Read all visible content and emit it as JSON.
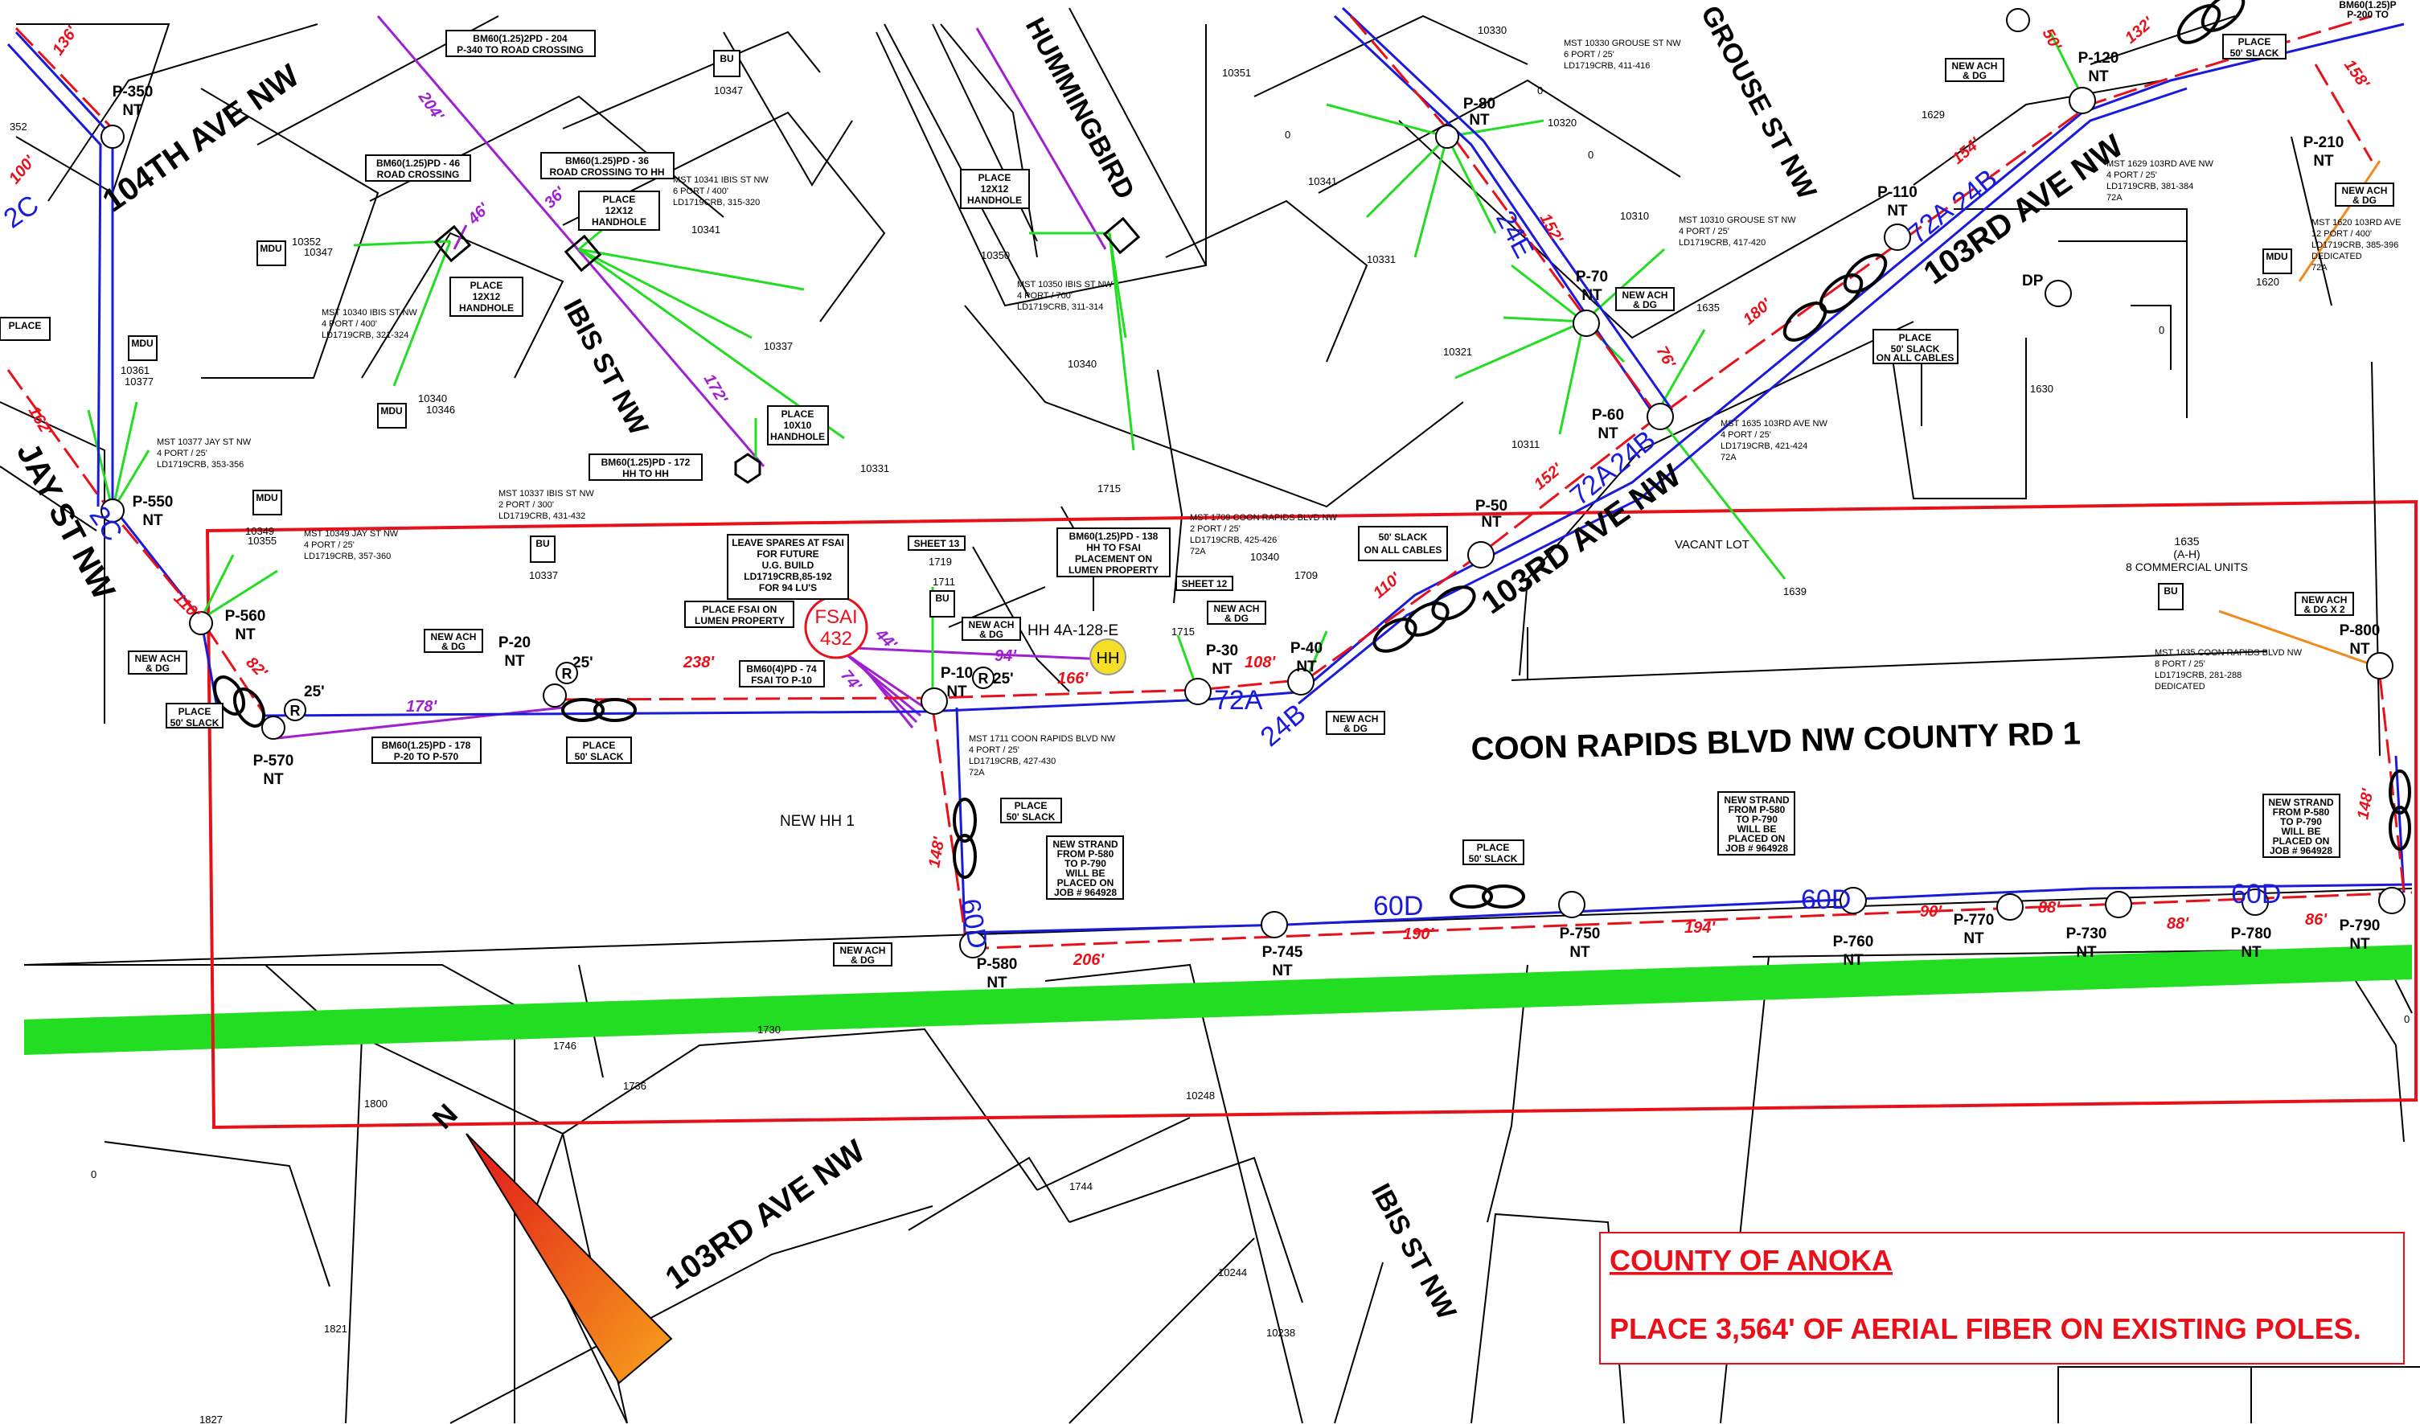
{
  "streets": {
    "ave104": "104TH AVE NW",
    "hummingbird": "HUMMINGBIRD",
    "grouse": "GROUSE ST NW",
    "ibis_upper": "IBIS ST NW",
    "jay": "JAY ST NW",
    "ave103_east": "103RD AVE NW",
    "ave103_mid": "103RD AVE NW",
    "coon_rapids": "COON RAPIDS BLVD NW  COUNTY RD 1",
    "ave103_lower": "103RD AVE NW",
    "ibis_lower": "IBIS ST NW"
  },
  "poles": [
    {
      "id": "p350",
      "name": "P-350",
      "status": "NT"
    },
    {
      "id": "p550",
      "name": "P-550",
      "status": "NT"
    },
    {
      "id": "p560",
      "name": "P-560",
      "status": "NT"
    },
    {
      "id": "p570",
      "name": "P-570",
      "status": "NT"
    },
    {
      "id": "p20",
      "name": "P-20",
      "status": "NT"
    },
    {
      "id": "p10",
      "name": "P-10",
      "status": "NT"
    },
    {
      "id": "p30",
      "name": "P-30",
      "status": "NT"
    },
    {
      "id": "p40",
      "name": "P-40",
      "status": "NT"
    },
    {
      "id": "p50",
      "name": "P-50",
      "status": "NT"
    },
    {
      "id": "p60",
      "name": "P-60",
      "status": "NT"
    },
    {
      "id": "p70",
      "name": "P-70",
      "status": "NT"
    },
    {
      "id": "p80",
      "name": "P-80",
      "status": "NT"
    },
    {
      "id": "p110",
      "name": "P-110",
      "status": "NT"
    },
    {
      "id": "p120",
      "name": "P-120",
      "status": "NT"
    },
    {
      "id": "p210",
      "name": "P-210",
      "status": "NT"
    },
    {
      "id": "p800",
      "name": "P-800",
      "status": "NT"
    },
    {
      "id": "p580",
      "name": "P-580",
      "status": "NT"
    },
    {
      "id": "p745",
      "name": "P-745",
      "status": "NT"
    },
    {
      "id": "p750",
      "name": "P-750",
      "status": "NT"
    },
    {
      "id": "p760",
      "name": "P-760",
      "status": "NT"
    },
    {
      "id": "p770",
      "name": "P-770",
      "status": "NT"
    },
    {
      "id": "p730",
      "name": "P-730",
      "status": "NT"
    },
    {
      "id": "p780",
      "name": "P-780",
      "status": "NT"
    },
    {
      "id": "p790",
      "name": "P-790",
      "status": "NT"
    }
  ],
  "span_lengths": {
    "s136": "136'",
    "s100": "100'",
    "s162": "162'",
    "s110a": "110'",
    "s82": "82'",
    "s25a": "25'",
    "s178": "178'",
    "s25b": "25'",
    "s238": "238'",
    "s25c": "25'",
    "s94": "94'",
    "s166": "166'",
    "s108": "108'",
    "s110b": "110'",
    "s152a": "152'",
    "s76": "76'",
    "s180": "180'",
    "s152b": "152'",
    "s154": "154'",
    "s132": "132'",
    "s50": "50'",
    "s158": "158'",
    "s148a": "148'",
    "s206": "206'",
    "s190": "190'",
    "s194": "194'",
    "s90": "90'",
    "s88a": "88'",
    "s88b": "88'",
    "s86": "86'",
    "s148b": "148'",
    "s204": "204'",
    "s46": "46'",
    "s36": "36'",
    "s172": "172'",
    "s44": "44'",
    "s74": "74'"
  },
  "cables": {
    "c2c_top": "2C",
    "c2c": "2C",
    "c24e": "24E",
    "c72a_top": "72A",
    "c24b_top": "24B",
    "c72a_mid": "72A",
    "c24b_mid": "24B",
    "c72a": "72A",
    "c24b": "24B",
    "c60d_a": "60D",
    "c60d_b": "60D",
    "c60d_c": "60D",
    "c60d_d": "60D"
  },
  "notes": {
    "bm_204": "BM60(1.25)2PD - 204",
    "bm_204_b": "P-340 TO ROAD CROSSING",
    "bm_46": "BM60(1.25)PD - 46",
    "bm_46_b": "ROAD CROSSING",
    "bm_36": "BM60(1.25)PD - 36",
    "bm_36_b": "ROAD CROSSING TO HH",
    "bm_172": "BM60(1.25)PD - 172",
    "bm_172_b": "HH TO HH",
    "bm_74": "BM60(4)PD - 74",
    "bm_74_b": "FSAI TO P-10",
    "bm_178": "BM60(1.25)PD - 178",
    "bm_178_b": "P-20 TO P-570",
    "bm_138": "BM60(1.25)PD - 138",
    "bm_138_b": "HH TO FSAI",
    "bm_138_c": "PLACEMENT ON",
    "bm_138_d": "LUMEN PROPERTY",
    "bm_200": "BM60(1.25)P",
    "bm_200_b": "P-200 TO",
    "leave_spares_1": "LEAVE SPARES AT FSAI",
    "leave_spares_2": "FOR FUTURE",
    "leave_spares_3": "U.G. BUILD",
    "leave_spares_4": "LD1719CRB,85-192",
    "leave_spares_5": "FOR 94 LU'S",
    "place_fsai_1": "PLACE FSAI ON",
    "place_fsai_2": "LUMEN PROPERTY",
    "place_12x12": "PLACE",
    "place_12x12_b": "12X12",
    "place_12x12_c": "HANDHOLE",
    "place_10x10": "PLACE",
    "place_10x10_b": "10X10",
    "place_10x10_c": "HANDHOLE",
    "place_slack": "PLACE",
    "place_slack_b": "50' SLACK",
    "slack_all": "50' SLACK",
    "slack_all_b": "ON ALL CABLES",
    "new_ach": "NEW ACH",
    "new_ach_b": "& DG",
    "new_ach_x2": "& DG X 2",
    "new_strand_1": "NEW STRAND",
    "new_strand_2": "FROM P-580",
    "new_strand_3": "TO P-790",
    "new_strand_4": "WILL BE",
    "new_strand_5": "PLACED ON",
    "new_strand_6": "JOB # 964928",
    "sheet13": "SHEET 13",
    "sheet12": "SHEET 12",
    "fsai": "FSAI",
    "fsai_num": "432",
    "hh": "HH",
    "hh_id": "HH 4A-128-E",
    "new_hh": "NEW HH 1",
    "vacant": "VACANT LOT",
    "dp": "DP",
    "commercial_1": "1635",
    "commercial_2": "(A-H)",
    "commercial_3": "8 COMMERCIAL UNITS",
    "mdu": "MDU",
    "bu": "BU",
    "r": "R",
    "north": "N"
  },
  "mst": {
    "m10330_1": "MST 10330 GROUSE ST NW",
    "m10330_2": "6 PORT / 25'",
    "m10330_3": "LD1719CRB, 411-416",
    "m10341_1": "MST 10341 IBIS ST NW",
    "m10341_2": "6 PORT / 400'",
    "m10341_3": "LD1719CRB, 315-320",
    "m10340_1": "MST 10340 IBIS ST NW",
    "m10340_2": "4 PORT / 400'",
    "m10340_3": "LD1719CRB, 321-324",
    "m10350_1": "MST 10350 IBIS ST NW",
    "m10350_2": "4 PORT / 700'",
    "m10350_3": "LD1719CRB, 311-314",
    "m10310_1": "MST 10310 GROUSE ST NW",
    "m10310_2": "4 PORT / 25'",
    "m10310_3": "LD1719CRB, 417-420",
    "m1629_1": "MST 1629 103RD AVE NW",
    "m1629_2": "4 PORT / 25'",
    "m1629_3": "LD1719CRB, 381-384",
    "m1629_4": "72A",
    "m1620_1": "MST 1620 103RD AVE",
    "m1620_2": "12 PORT / 400'",
    "m1620_3": "LD1719CRB, 385-396",
    "m1620_4": "DEDICATED",
    "m1620_5": "72A",
    "m10377_1": "MST 10377 JAY ST NW",
    "m10377_2": "4 PORT / 25'",
    "m10377_3": "LD1719CRB, 353-356",
    "m10337_1": "MST 10337 IBIS ST NW",
    "m10337_2": "2 PORT / 300'",
    "m10337_3": "LD1719CRB, 431-432",
    "m10349_1": "MST 10349 JAY ST NW",
    "m10349_2": "4 PORT / 25'",
    "m10349_3": "LD1719CRB, 357-360",
    "m1709_1": "MST 1709 COON RAPIDS BLVD NW",
    "m1709_2": "2 PORT / 25'",
    "m1709_3": "LD1719CRB, 425-426",
    "m1709_4": "72A",
    "m1635_1": "MST 1635 103RD AVE NW",
    "m1635_2": "4 PORT / 25'",
    "m1635_3": "LD1719CRB, 421-424",
    "m1635_4": "72A",
    "m1711_1": "MST 1711 COON RAPIDS BLVD NW",
    "m1711_2": "4 PORT / 25'",
    "m1711_3": "LD1719CRB, 427-430",
    "m1711_4": "72A",
    "m1635c_1": "MST 1635 COON RAPIDS BLVD NW",
    "m1635c_2": "8 PORT / 25'",
    "m1635c_3": "LD1719CRB, 281-288",
    "m1635c_4": "DEDICATED"
  },
  "addresses": {
    "a10330": "10330",
    "a10351": "10351",
    "a0a": "0",
    "a0b": "0",
    "a0c": "0",
    "a10320": "10320",
    "a10341": "10341",
    "a10331": "10331",
    "a10310": "10310",
    "a1635": "1635",
    "a10321": "10321",
    "a10311": "10311",
    "a1629": "1629",
    "a1630": "1630",
    "a0d": "0",
    "a10347": "10347",
    "a10352": "10352",
    "a10347b": "10347",
    "a10361": "10361",
    "a10377": "10377",
    "a10340": "10340",
    "a10346": "10346",
    "a10341b": "10341",
    "a10350": "10350",
    "a10337": "10337",
    "a10340b": "10340",
    "a10331b": "10331",
    "a1715a": "1715",
    "a10355": "10355",
    "a10349": "10349",
    "a10337b": "10337",
    "a1719": "1719",
    "a1711": "1711",
    "a1709": "1709",
    "a1715": "1715",
    "a1639": "1639",
    "a1620": "1620",
    "a1730": "1730",
    "a1746": "1746",
    "a1736": "1736",
    "a1800": "1800",
    "a0e": "0",
    "a10248": "10248",
    "a1744": "1744",
    "a10244": "10244",
    "a10238": "10238",
    "a1821": "1821",
    "a1827": "1827",
    "a0f": "0",
    "a352": "352",
    "a10340c": "10340"
  },
  "title_block": {
    "county": "COUNTY OF ANOKA",
    "scope": "PLACE 3,564' OF AERIAL FIBER ON EXISTING POLES."
  },
  "colors": {
    "existing_cable": "#1a1adb",
    "proposed_cable": "#e8111b",
    "underground": "#a020d0",
    "drop": "#22dd22",
    "dedicated": "#f08a1c",
    "project_boundary": "#e8111b",
    "highway_band": "#22dd22"
  }
}
